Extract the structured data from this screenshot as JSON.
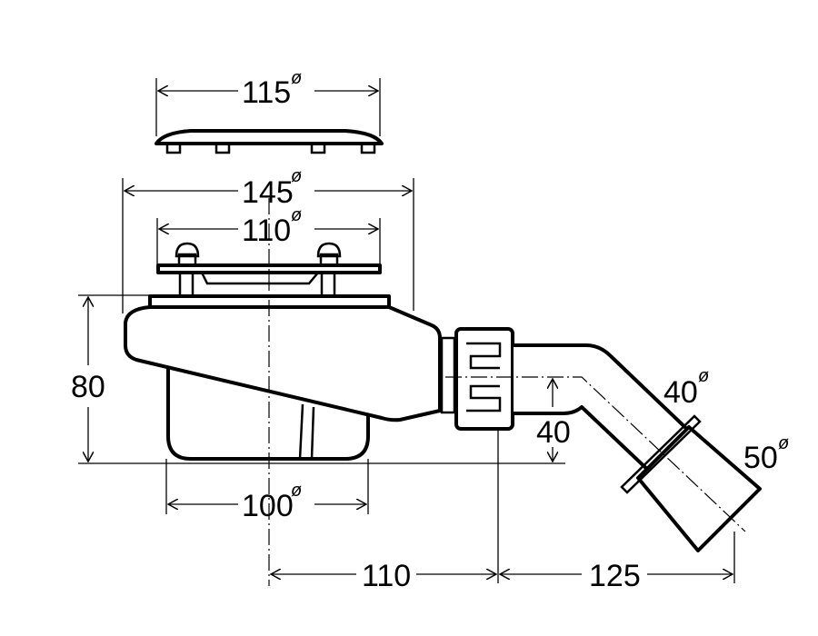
{
  "drawing": {
    "stroke_color": "#000000",
    "background": "#ffffff",
    "diameter_symbol": "ø",
    "dimensions": {
      "cover_diameter": "115",
      "flange_diameter": "145",
      "grate_diameter": "110",
      "height": "80",
      "outlet_height": "40",
      "pipe_diameter": "40",
      "socket_diameter": "50",
      "bowl_diameter": "100",
      "center_to_nut": "110",
      "nut_to_outlet": "125"
    }
  }
}
